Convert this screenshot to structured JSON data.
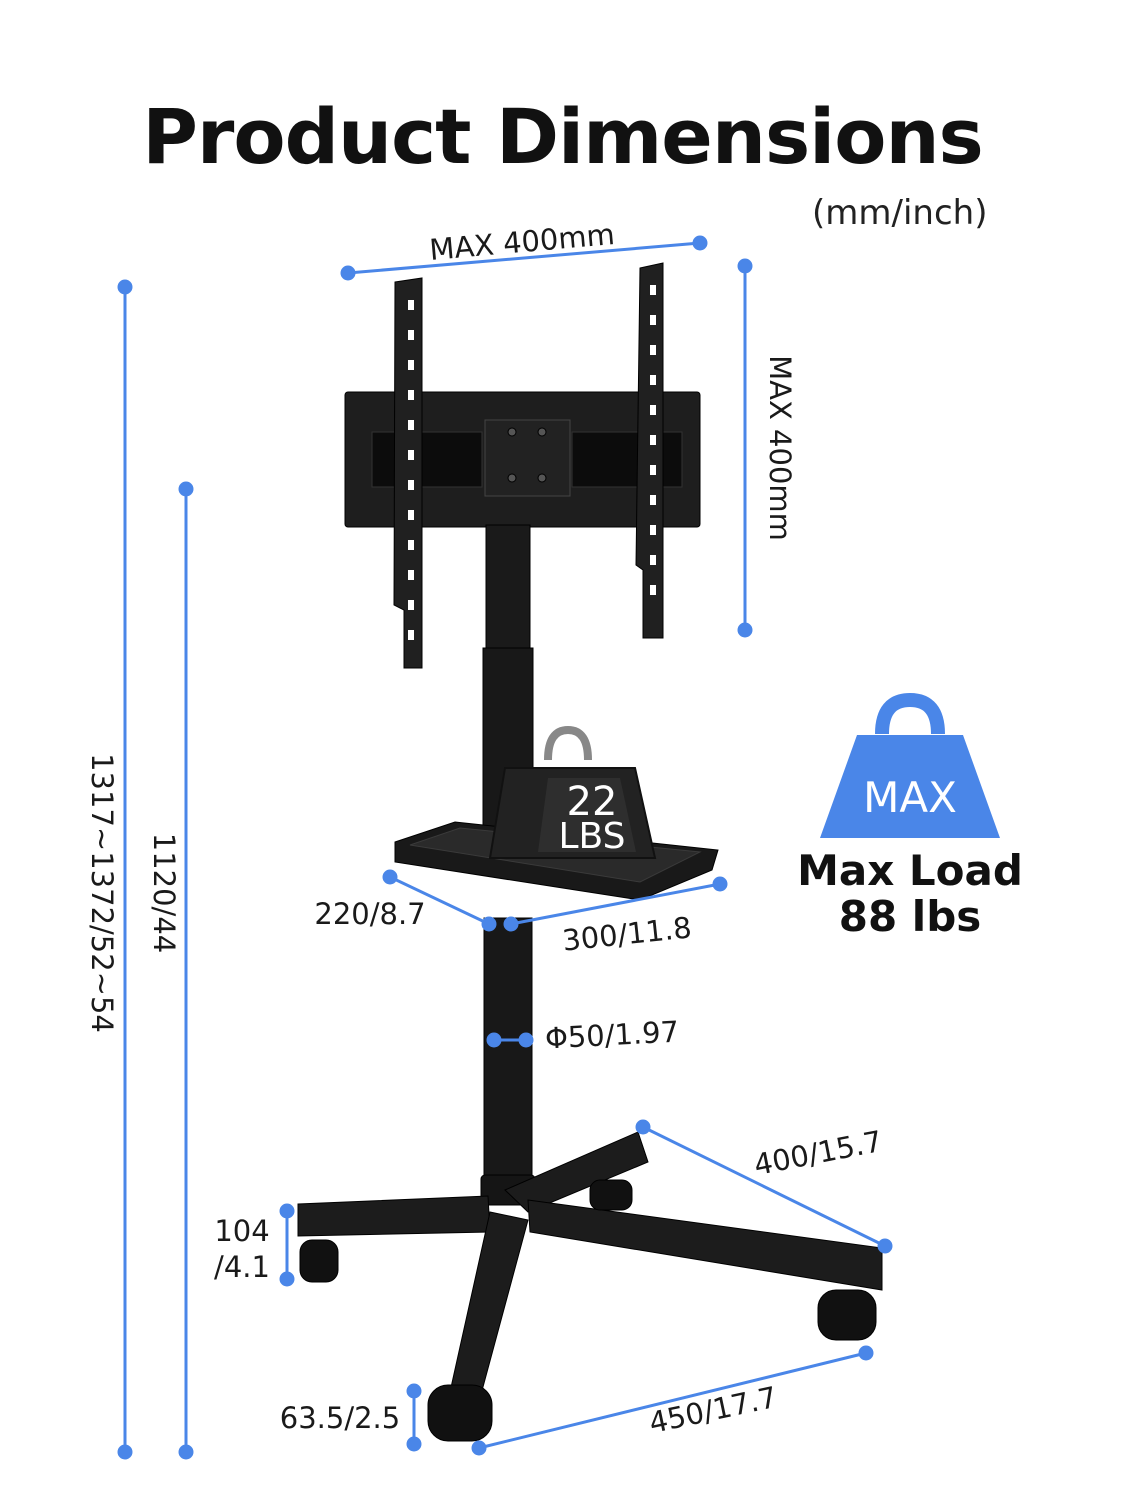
{
  "title": "Product Dimensions",
  "unit_note": "(mm/inch)",
  "accent_color": "#4a86e8",
  "product_color": "#1b1b1b",
  "dimensions": {
    "vesa_width": "MAX 400mm",
    "vesa_height": "MAX 400mm",
    "total_height": "1317~1372/52~54",
    "pole_height": "1120/44",
    "tray_depth": "220/8.7",
    "tray_width": "300/11.8",
    "pole_diameter": "Φ50/1.97",
    "leg_length": "400/15.7",
    "base_height": "104\n/4.1",
    "base_height_line1": "104",
    "base_height_line2": "/4.1",
    "wheel_height": "63.5/2.5",
    "base_span": "450/17.7"
  },
  "tray_weight": {
    "line1": "22",
    "line2": "LBS"
  },
  "max_load": {
    "badge": "MAX",
    "line1": "Max Load",
    "line2": "88 lbs",
    "icon": "weight-icon"
  }
}
